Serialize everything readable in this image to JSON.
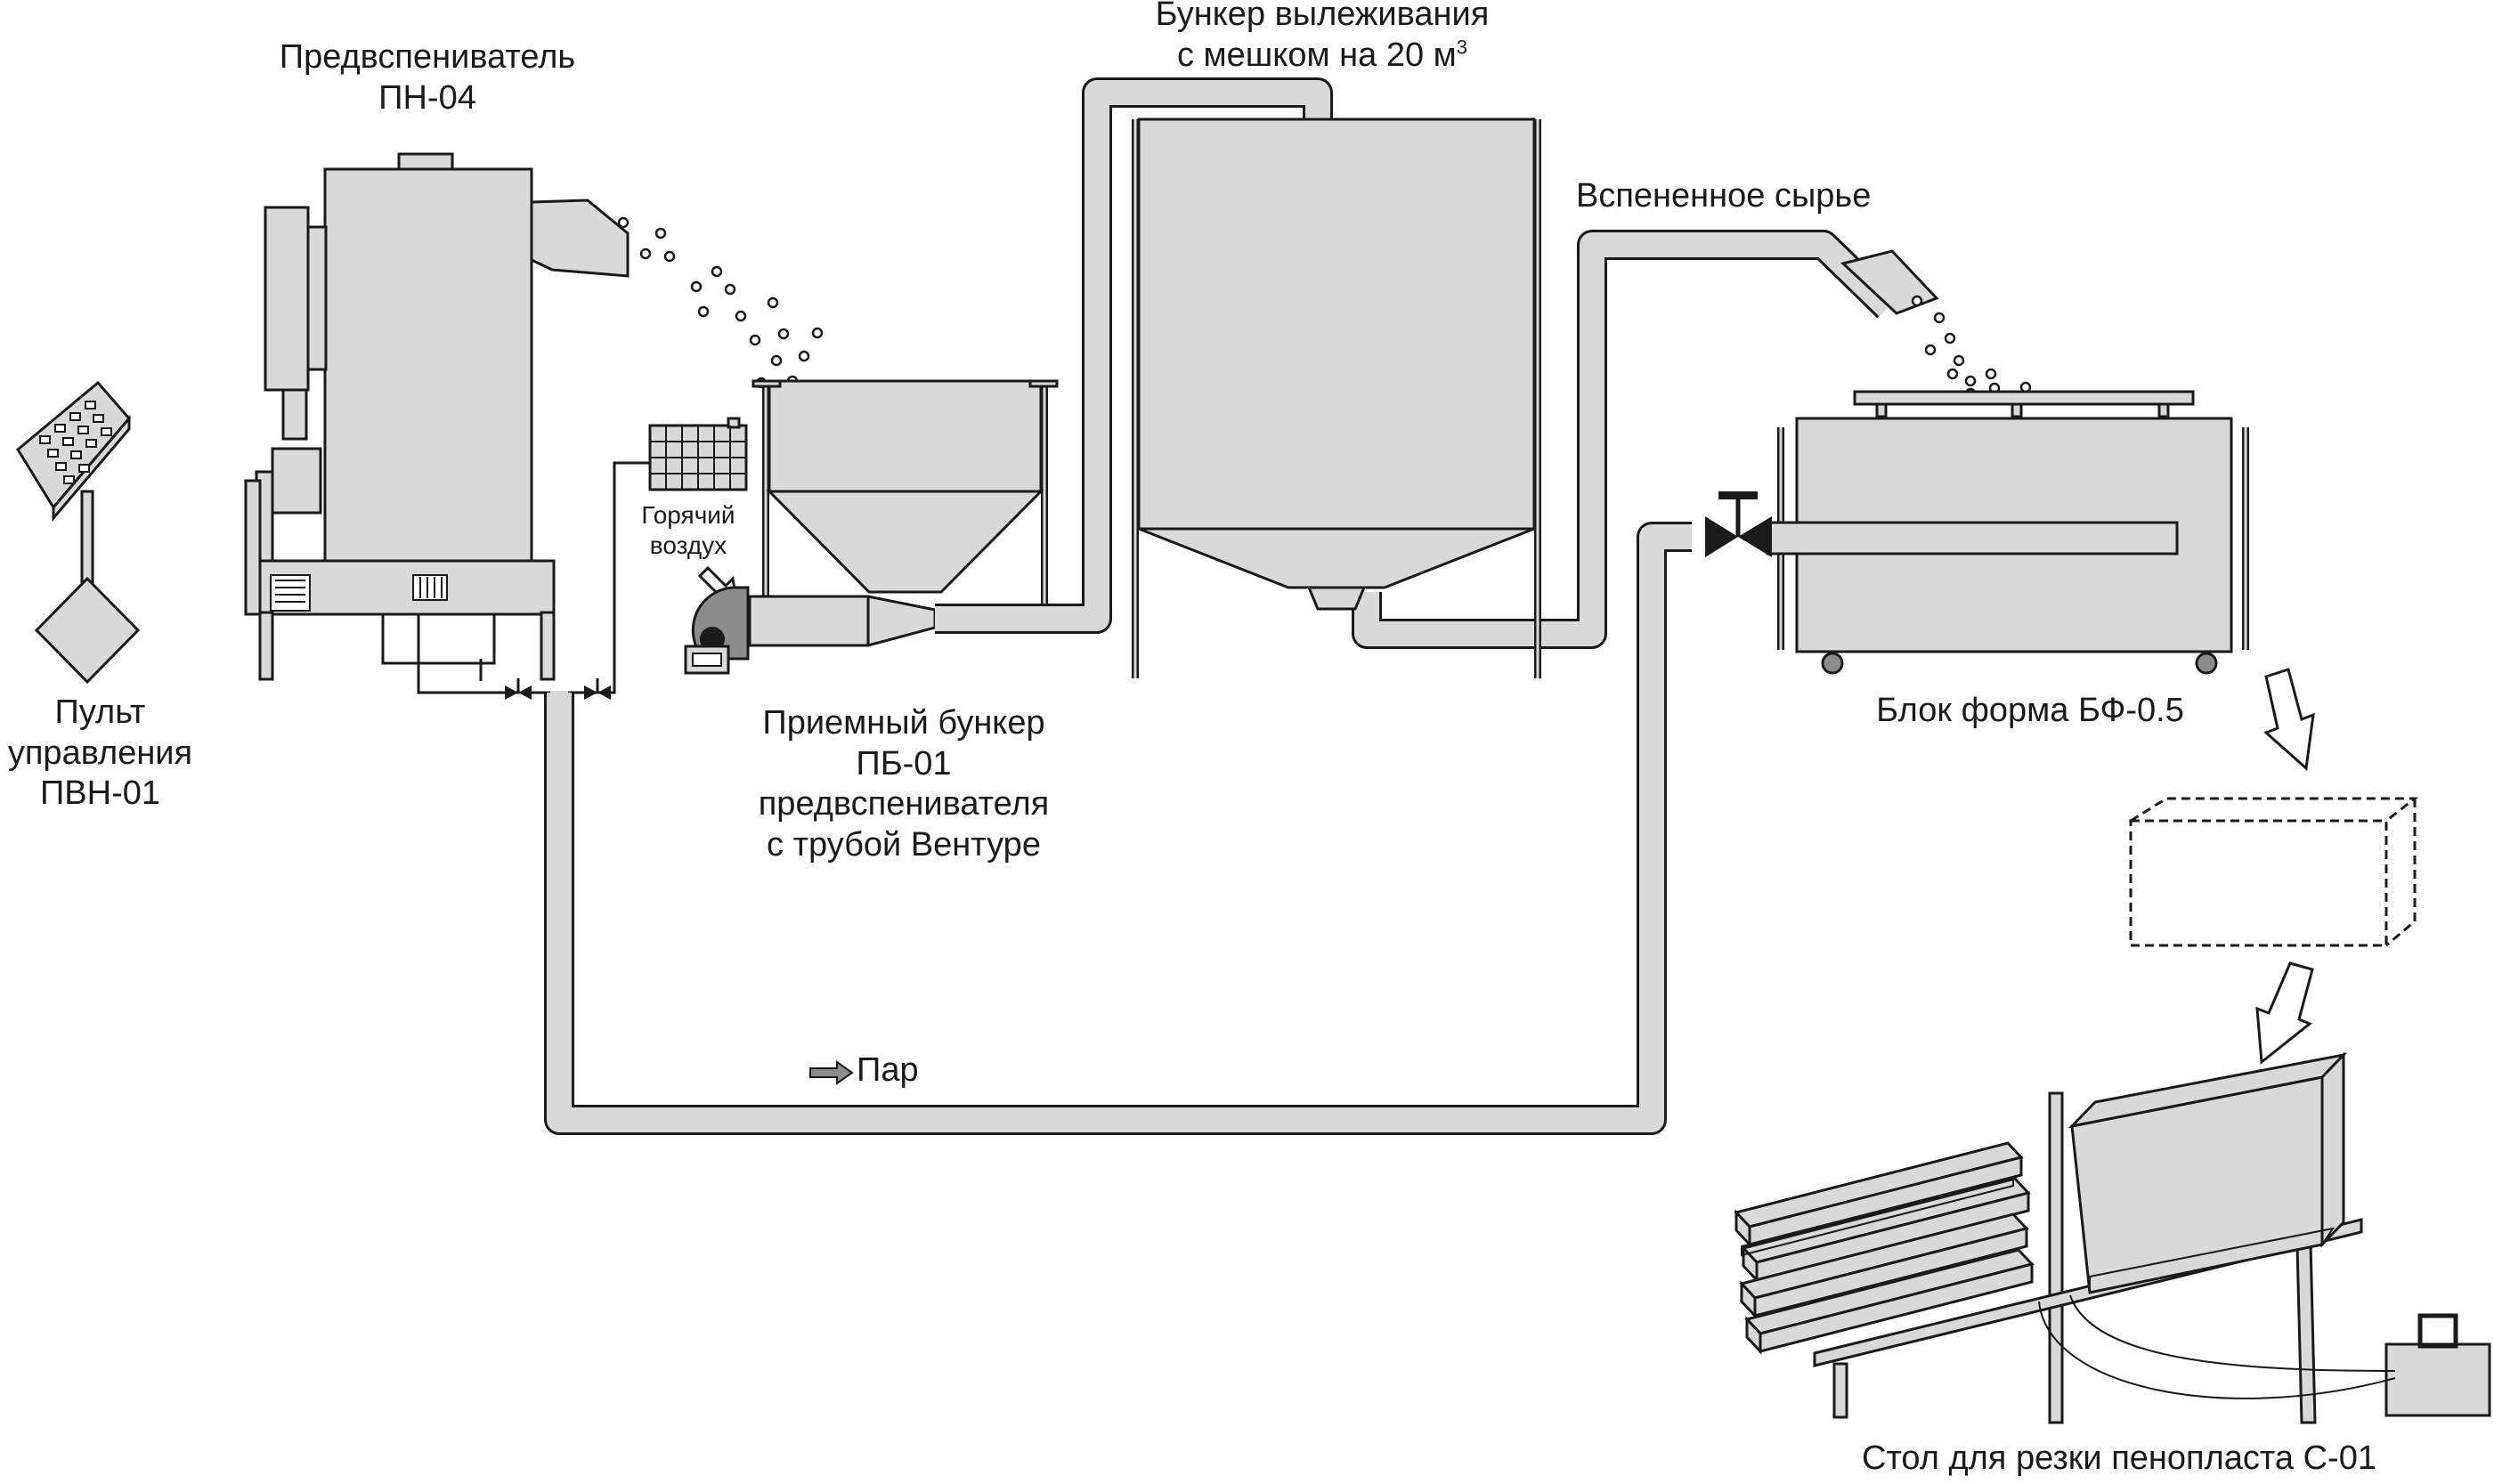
{
  "labels": {
    "preexpander": [
      "Предвспениватель",
      "ПН-04"
    ],
    "aging_bunker_line1": "Бункер вылеживания",
    "aging_bunker_line2": "с мешком на 20 м",
    "aging_bunker_sup": "3",
    "foamed_raw": "Вспененное сырье",
    "hot_air": [
      "Горячий",
      "воздух"
    ],
    "control_panel": [
      "Пульт",
      "управления",
      "ПВН-01"
    ],
    "receiving_bunker": [
      "Приемный бункер",
      "ПБ-01",
      "предвспенивателя",
      "с трубой Вентуре"
    ],
    "block_mold": "Блок форма БФ-0.5",
    "steam": "Пар",
    "cutting_table": "Стол для резки пенопласта С-01"
  },
  "colors": {
    "fill": "#d9d9d9",
    "fill_dark": "#8c8c8c",
    "stroke": "#1a1a1a",
    "background": "#ffffff"
  }
}
